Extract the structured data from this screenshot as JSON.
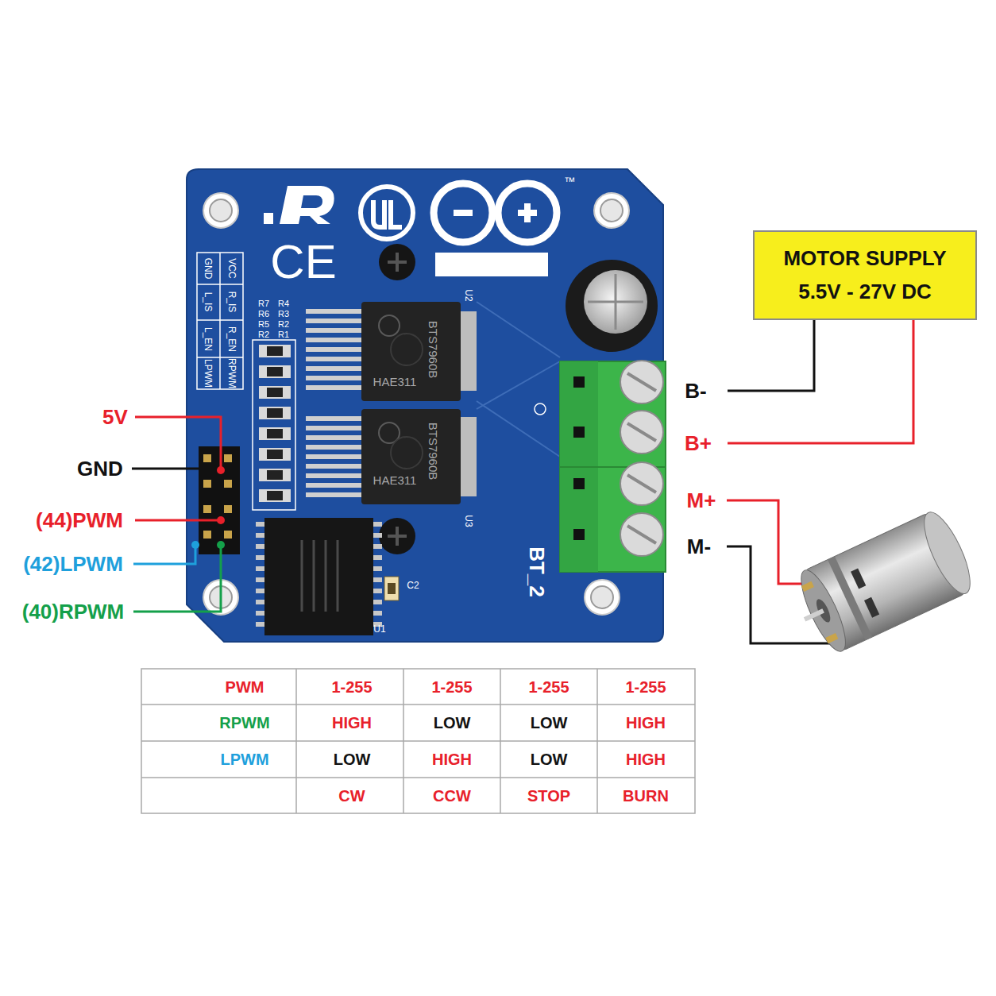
{
  "diagram": {
    "nodes": [
      {
        "text": [
          "MOTOR SUPPLY 5.5V - 27V DC"
        ]
      }
    ],
    "labels": [
      "5V",
      "GND",
      "(44)PWM",
      "(42)LPWM",
      "(40)RPWM",
      "B-",
      "B+",
      "M+",
      "M-",
      "GND",
      "VCC",
      "L_IS",
      "R_IS",
      "L_EN",
      "R_EN",
      "LPWM",
      "RPWM",
      "R7",
      "R4",
      "R6",
      "R3",
      "R5",
      "R2",
      "R2",
      "R1",
      "U2",
      "BTS7960B",
      "HAE311",
      "BTS7960B",
      "HAE311",
      "U3",
      "U1",
      "C2",
      "BT_2",
      "CE",
      "™",
      "PWM",
      "1-255",
      "1-255",
      "1-255",
      "1-255",
      "RPWM",
      "HIGH",
      "LOW",
      "LOW",
      "HIGH",
      "LPWM",
      "LOW",
      "HIGH",
      "LOW",
      "HIGH",
      "CW",
      "CCW",
      "STOP",
      "BURN"
    ]
  }
}
